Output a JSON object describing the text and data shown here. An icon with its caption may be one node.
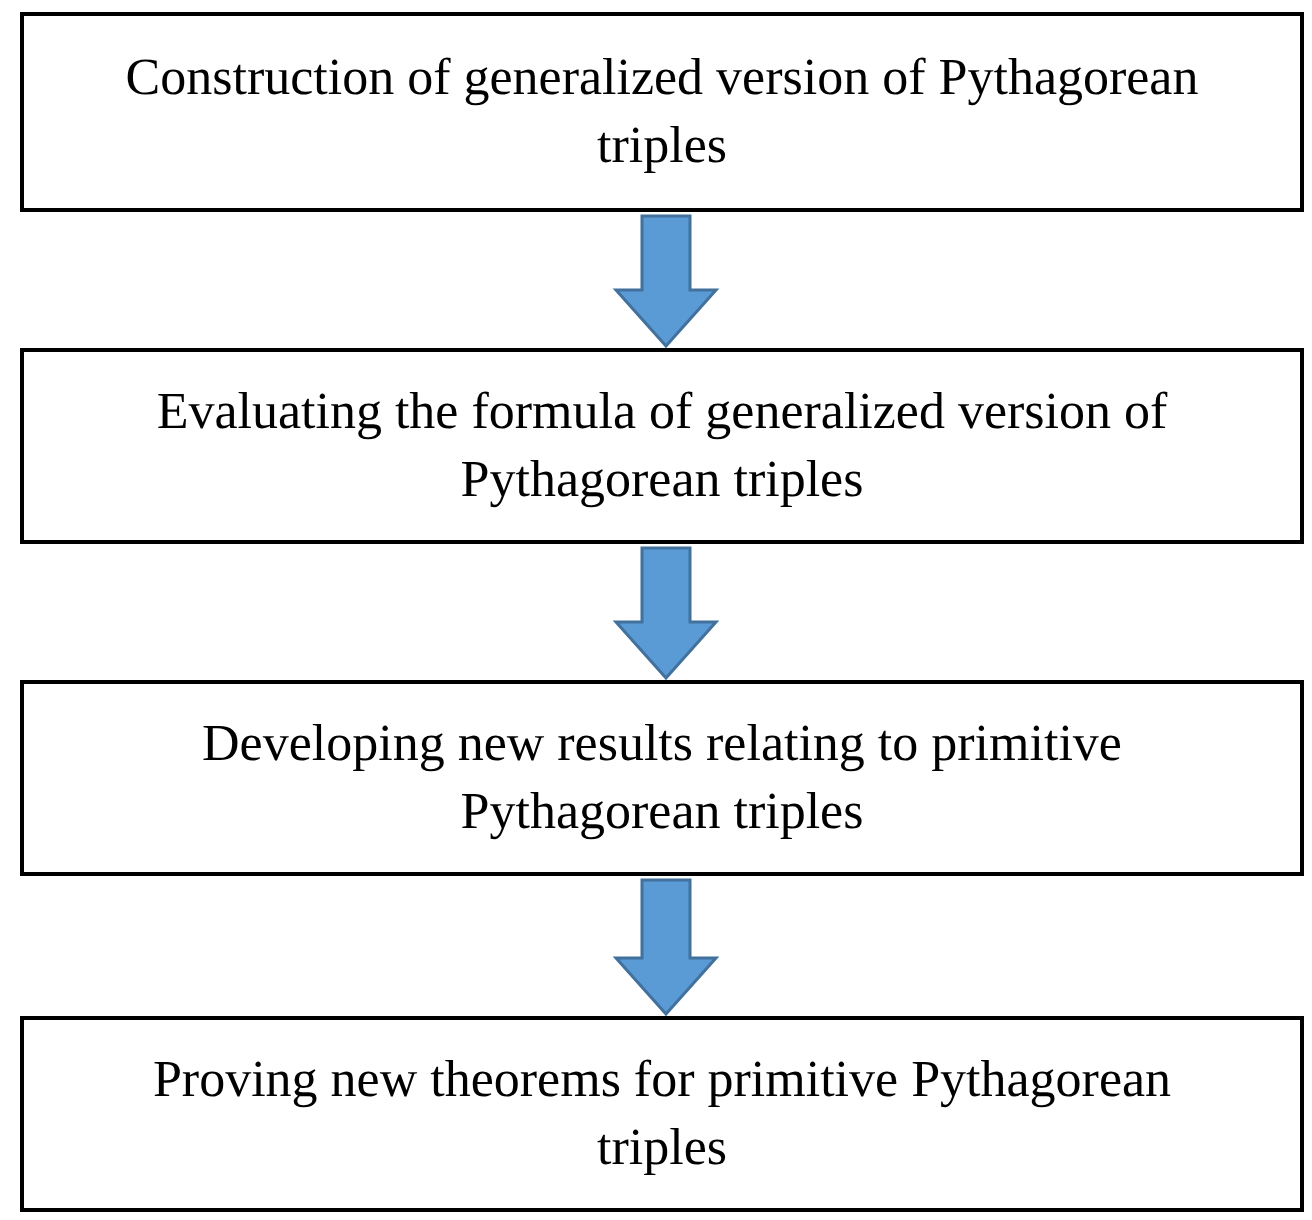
{
  "diagram": {
    "nodes": [
      {
        "text": [
          "Construction of generalized version of Pythagorean triples"
        ]
      },
      {
        "text": [
          "Evaluating the formula of generalized version of Pythagorean triples"
        ]
      },
      {
        "text": [
          "Developing new results relating to primitive Pythagorean triples"
        ]
      },
      {
        "text": [
          "Proving new theorems for primitive Pythagorean triples"
        ]
      }
    ],
    "edges": [
      {
        "from": 0,
        "to": 1,
        "arrow": "to"
      },
      {
        "from": 1,
        "to": 2,
        "arrow": "to"
      },
      {
        "from": 2,
        "to": 3,
        "arrow": "to"
      }
    ]
  }
}
